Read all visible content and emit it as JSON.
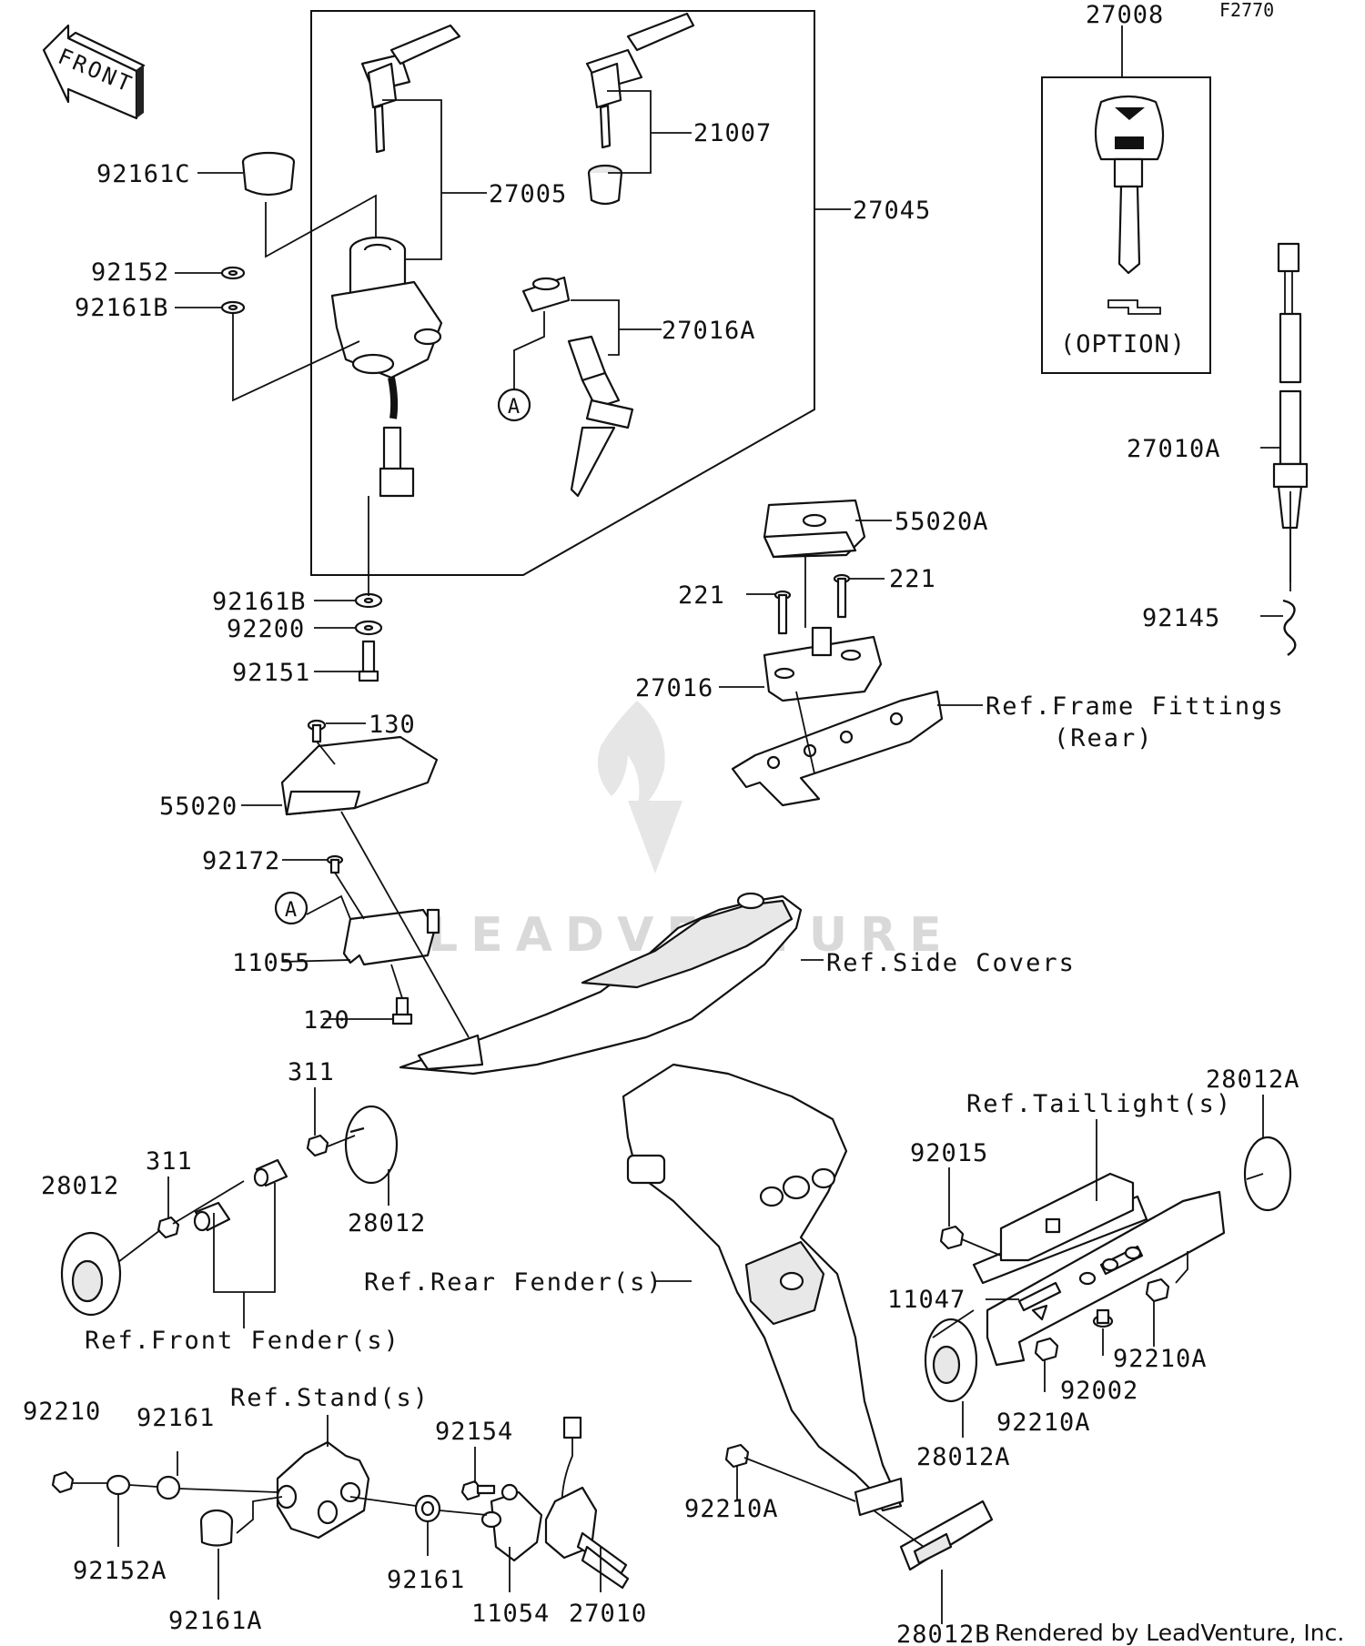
{
  "diagram_code": "F2770",
  "front_arrow": "FRONT",
  "option_label": "(OPTION)",
  "callout_a": "A",
  "watermark": "LEADVENTURE",
  "footer": "Rendered by LeadVenture, Inc.",
  "labels": {
    "p27008": "27008",
    "p21007": "21007",
    "p27005": "27005",
    "p27045": "27045",
    "p92161C": "92161C",
    "p92152": "92152",
    "p92161B_top": "92161B",
    "p27016A": "27016A",
    "p27010A": "27010A",
    "p55020A": "55020A",
    "p221_left": "221",
    "p221_right": "221",
    "p92145": "92145",
    "p92161B_mid": "92161B",
    "p92200": "92200",
    "p92151": "92151",
    "p27016": "27016",
    "ref_frame_fittings": "Ref.Frame Fittings",
    "ref_frame_rear": "(Rear)",
    "p130": "130",
    "p55020": "55020",
    "p92172": "92172",
    "p11055": "11055",
    "ref_side_covers": "Ref.Side Covers",
    "p120": "120",
    "p311_upper": "311",
    "p28012A_top": "28012A",
    "ref_taillights": "Ref.Taillight(s)",
    "p311_lower": "311",
    "p28012_left": "28012",
    "p92015": "92015",
    "p28012_mid": "28012",
    "ref_rear_fender": "Ref.Rear Fender(s)",
    "p11047": "11047",
    "p92210A_right": "92210A",
    "ref_front_fender": "Ref.Front Fender(s)",
    "p92002": "92002",
    "p92210A_mid": "92210A",
    "p28012A_bottom": "28012A",
    "ref_stands": "Ref.Stand(s)",
    "p92210": "92210",
    "p92161_upper": "92161",
    "p92154": "92154",
    "p92210A_bottom": "92210A",
    "p92152A": "92152A",
    "p92161_lower": "92161",
    "p92161A": "92161A",
    "p11054": "11054",
    "p27010": "27010",
    "p28012B": "28012B"
  }
}
